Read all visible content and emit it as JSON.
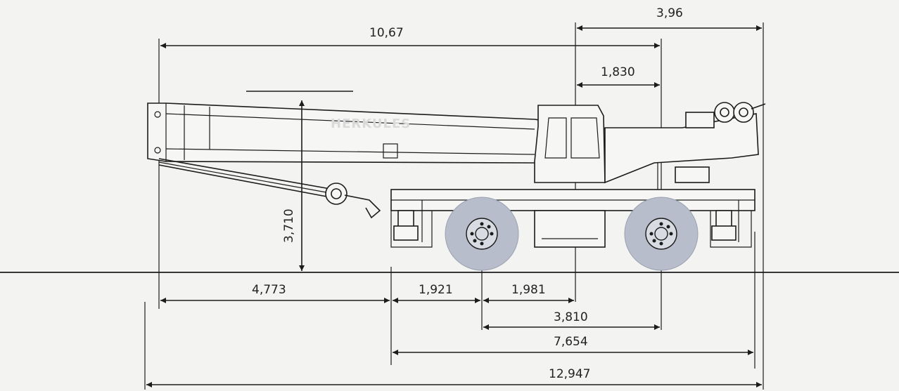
{
  "brand": "HERKULES",
  "dimensions": {
    "top_right_width": "3,96",
    "boom_length": "10,67",
    "cab_offset": "1,830",
    "height": "3,710",
    "front_overhang": "4,773",
    "front_axle_offset": "1,921",
    "axle_to_pivot": "1,981",
    "wheelbase": "3,810",
    "carrier_length": "7,654",
    "overall_length": "12,947"
  },
  "colors": {
    "line": "#1c1c1c",
    "tire": "#b7bdca",
    "background": "#f3f3f1"
  }
}
